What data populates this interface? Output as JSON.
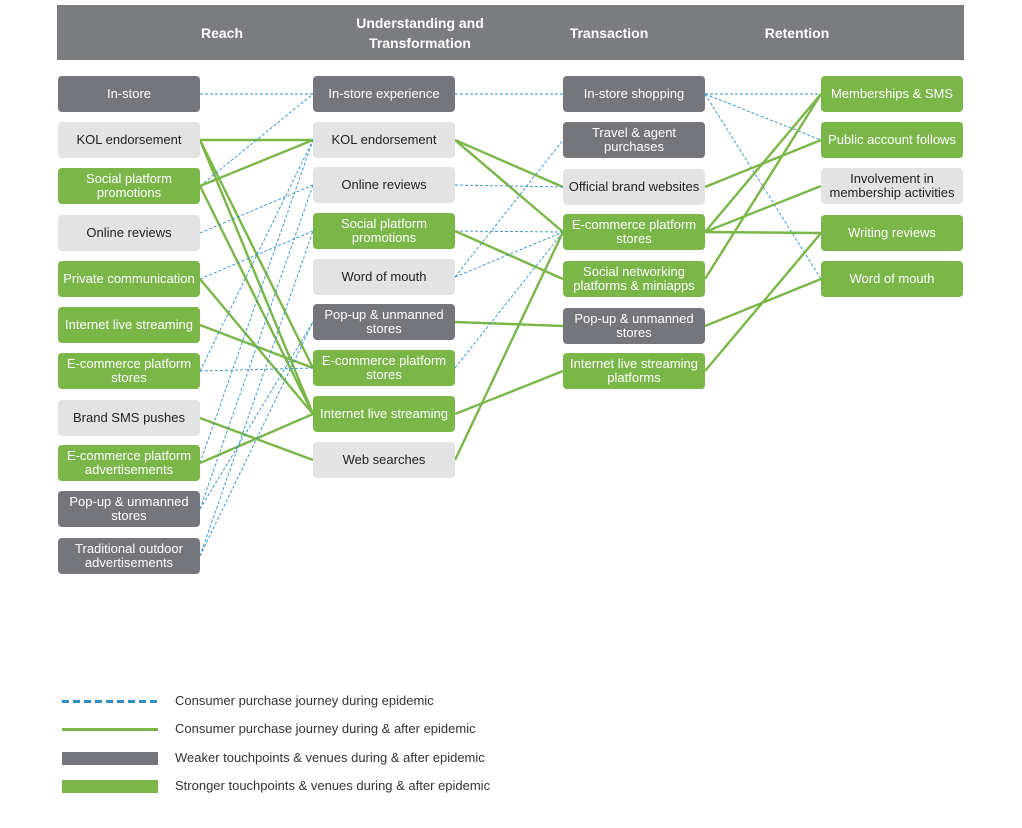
{
  "colors": {
    "header": "#7b7c80",
    "dark": "#75767b",
    "green": "#7ab648",
    "light": "#e3e3e3",
    "dashed": "#2e8fc8",
    "solid": "#7ab648"
  },
  "header": {
    "reach": "Reach",
    "understanding": "Understanding and\nTransformation",
    "transaction": "Transaction",
    "retention": "Retention"
  },
  "columns": {
    "reach": [
      {
        "id": "r1",
        "label": "In-store",
        "style": "dark"
      },
      {
        "id": "r2",
        "label": "KOL endorsement",
        "style": "light"
      },
      {
        "id": "r3",
        "label": "Social platform\npromotions",
        "style": "green"
      },
      {
        "id": "r4",
        "label": "Online reviews",
        "style": "light"
      },
      {
        "id": "r5",
        "label": "Private communication",
        "style": "green"
      },
      {
        "id": "r6",
        "label": "Internet live streaming",
        "style": "green"
      },
      {
        "id": "r7",
        "label": "E-commerce platform\nstores",
        "style": "green"
      },
      {
        "id": "r8",
        "label": "Brand SMS pushes",
        "style": "light"
      },
      {
        "id": "r9",
        "label": "E-commerce platform\nadvertisements",
        "style": "green"
      },
      {
        "id": "r10",
        "label": "Pop-up & unmanned\nstores",
        "style": "dark"
      },
      {
        "id": "r11",
        "label": "Traditional outdoor\nadvertisements",
        "style": "dark"
      }
    ],
    "understanding": [
      {
        "id": "u1",
        "label": "In-store experience",
        "style": "dark"
      },
      {
        "id": "u2",
        "label": "KOL endorsement",
        "style": "light"
      },
      {
        "id": "u3",
        "label": "Online reviews",
        "style": "light"
      },
      {
        "id": "u4",
        "label": "Social platform\npromotions",
        "style": "green"
      },
      {
        "id": "u5",
        "label": "Word of mouth",
        "style": "light"
      },
      {
        "id": "u6",
        "label": "Pop-up & unmanned\nstores",
        "style": "dark"
      },
      {
        "id": "u7",
        "label": "E-commerce platform\nstores",
        "style": "green"
      },
      {
        "id": "u8",
        "label": "Internet live streaming",
        "style": "green"
      },
      {
        "id": "u9",
        "label": "Web searches",
        "style": "light"
      }
    ],
    "transaction": [
      {
        "id": "t1",
        "label": "In-store shopping",
        "style": "dark"
      },
      {
        "id": "t2",
        "label": "Travel & agent\npurchases",
        "style": "dark"
      },
      {
        "id": "t3",
        "label": "Official brand websites",
        "style": "light"
      },
      {
        "id": "t4",
        "label": "E-commerce platform\nstores",
        "style": "green"
      },
      {
        "id": "t5",
        "label": "Social networking\nplatforms & miniapps",
        "style": "green"
      },
      {
        "id": "t6",
        "label": "Pop-up & unmanned\nstores",
        "style": "dark"
      },
      {
        "id": "t7",
        "label": "Internet live streaming\nplatforms",
        "style": "green"
      }
    ],
    "retention": [
      {
        "id": "n1",
        "label": "Memberships & SMS",
        "style": "green"
      },
      {
        "id": "n2",
        "label": "Public account follows",
        "style": "green"
      },
      {
        "id": "n3",
        "label": "Involvement in\nmembership activities",
        "style": "light"
      },
      {
        "id": "n4",
        "label": "Writing reviews",
        "style": "green"
      },
      {
        "id": "n5",
        "label": "Word of mouth",
        "style": "green"
      }
    ]
  },
  "links": [
    {
      "from": "r1",
      "to": "u1",
      "kind": "dashed"
    },
    {
      "from": "r2",
      "to": "u2",
      "kind": "solid"
    },
    {
      "from": "r2",
      "to": "u7",
      "kind": "solid"
    },
    {
      "from": "r2",
      "to": "u8",
      "kind": "solid"
    },
    {
      "from": "r3",
      "to": "u1",
      "kind": "dashed"
    },
    {
      "from": "r3",
      "to": "u2",
      "kind": "solid"
    },
    {
      "from": "r3",
      "to": "u8",
      "kind": "solid"
    },
    {
      "from": "r4",
      "to": "u3",
      "kind": "dashed"
    },
    {
      "from": "r5",
      "to": "u4",
      "kind": "dashed"
    },
    {
      "from": "r5",
      "to": "u8",
      "kind": "solid"
    },
    {
      "from": "r6",
      "to": "u7",
      "kind": "solid"
    },
    {
      "from": "r7",
      "to": "u2",
      "kind": "dashed"
    },
    {
      "from": "r7",
      "to": "u7",
      "kind": "dashed"
    },
    {
      "from": "r8",
      "to": "u9",
      "kind": "solid"
    },
    {
      "from": "r9",
      "to": "u2",
      "kind": "dashed"
    },
    {
      "from": "r9",
      "to": "u8",
      "kind": "solid"
    },
    {
      "from": "r10",
      "to": "u3",
      "kind": "dashed"
    },
    {
      "from": "r10",
      "to": "u6",
      "kind": "dashed"
    },
    {
      "from": "r11",
      "to": "u4",
      "kind": "dashed"
    },
    {
      "from": "r11",
      "to": "u6",
      "kind": "dashed"
    },
    {
      "from": "u1",
      "to": "t1",
      "kind": "dashed"
    },
    {
      "from": "u2",
      "to": "t3",
      "kind": "solid"
    },
    {
      "from": "u2",
      "to": "t4",
      "kind": "solid"
    },
    {
      "from": "u3",
      "to": "t3",
      "kind": "dashed"
    },
    {
      "from": "u4",
      "to": "t4",
      "kind": "dashed"
    },
    {
      "from": "u4",
      "to": "t5",
      "kind": "solid"
    },
    {
      "from": "u5",
      "to": "t2",
      "kind": "dashed"
    },
    {
      "from": "u5",
      "to": "t4",
      "kind": "dashed"
    },
    {
      "from": "u6",
      "to": "t6",
      "kind": "solid"
    },
    {
      "from": "u7",
      "to": "t4",
      "kind": "dashed"
    },
    {
      "from": "u8",
      "to": "t7",
      "kind": "solid"
    },
    {
      "from": "u9",
      "to": "t4",
      "kind": "solid"
    },
    {
      "from": "t1",
      "to": "n1",
      "kind": "dashed"
    },
    {
      "from": "t1",
      "to": "n2",
      "kind": "dashed"
    },
    {
      "from": "t1",
      "to": "n5",
      "kind": "dashed"
    },
    {
      "from": "t3",
      "to": "n2",
      "kind": "solid"
    },
    {
      "from": "t4",
      "to": "n1",
      "kind": "solid"
    },
    {
      "from": "t4",
      "to": "n3",
      "kind": "solid"
    },
    {
      "from": "t4",
      "to": "n4",
      "kind": "solid"
    },
    {
      "from": "t5",
      "to": "n1",
      "kind": "solid"
    },
    {
      "from": "t6",
      "to": "n5",
      "kind": "solid"
    },
    {
      "from": "t7",
      "to": "n4",
      "kind": "solid"
    }
  ],
  "legend": [
    {
      "kind": "dashed",
      "label": "Consumer purchase journey during epidemic"
    },
    {
      "kind": "solid",
      "label": "Consumer purchase journey during & after epidemic"
    },
    {
      "kind": "dark",
      "label": "Weaker touchpoints & venues during & after epidemic"
    },
    {
      "kind": "green",
      "label": "Stronger touchpoints & venues during & after epidemic"
    }
  ]
}
